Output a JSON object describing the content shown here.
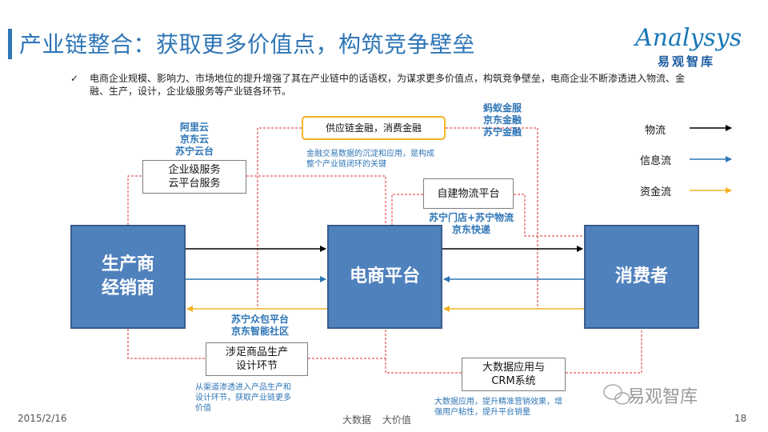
{
  "title": "产业链整合：获取更多价值点，构筑竞争壁垒",
  "logo": {
    "word": "Analysys",
    "sub": "易观智库"
  },
  "summary": {
    "check": "✓",
    "text": "电商企业规模、影响力、市场地位的提升增强了其在产业链中的话语权，为谋求更多价值点，构筑竞争壁垒，电商企业不断渗透进入物流、金融、生产，设计，企业级服务等产业链各环节。"
  },
  "nodes": {
    "producer": "生产商\n经销商",
    "platform": "电商平台",
    "consumer": "消费者"
  },
  "boxes": {
    "supply_finance": "供应链金融，消费金融",
    "enterprise": "企业级服务\n云平台服务",
    "logistics": "自建物流平台",
    "design": "涉足商品生产\n设计环节",
    "bigdata": "大数据应用与\nCRM系统"
  },
  "labels": {
    "cloud": "阿里云\n京东云\n苏宁云台",
    "finance": "蚂蚁金服\n京东金融\n苏宁金融",
    "logistics_players": "苏宁门店+苏宁物流\n京东快递",
    "crowd": "苏宁众包平台\n京东智能社区"
  },
  "notes": {
    "supply": "金融交易数据的沉淀和应用，是构成\n整个产业链闭环的关键",
    "design": "从渠道渗透进入产品生产和\n设计环节，获取产业链更多\n价值",
    "bigdata": "大数据应用，提升精准营销效果，增\n强用户粘性，提升平台销量"
  },
  "legend": {
    "logistics": "物流",
    "info": "信息流",
    "capital": "资金流"
  },
  "colors": {
    "logistics_flow": "#000000",
    "info_flow": "#2e75b6",
    "capital_flow": "#f0b323",
    "dashed_connector": "#e03030",
    "node_fill": "#4f81bd"
  },
  "footer": {
    "date": "2015/2/16",
    "center": "大数据 大价值",
    "page": "18",
    "watermark": "易观智库"
  }
}
